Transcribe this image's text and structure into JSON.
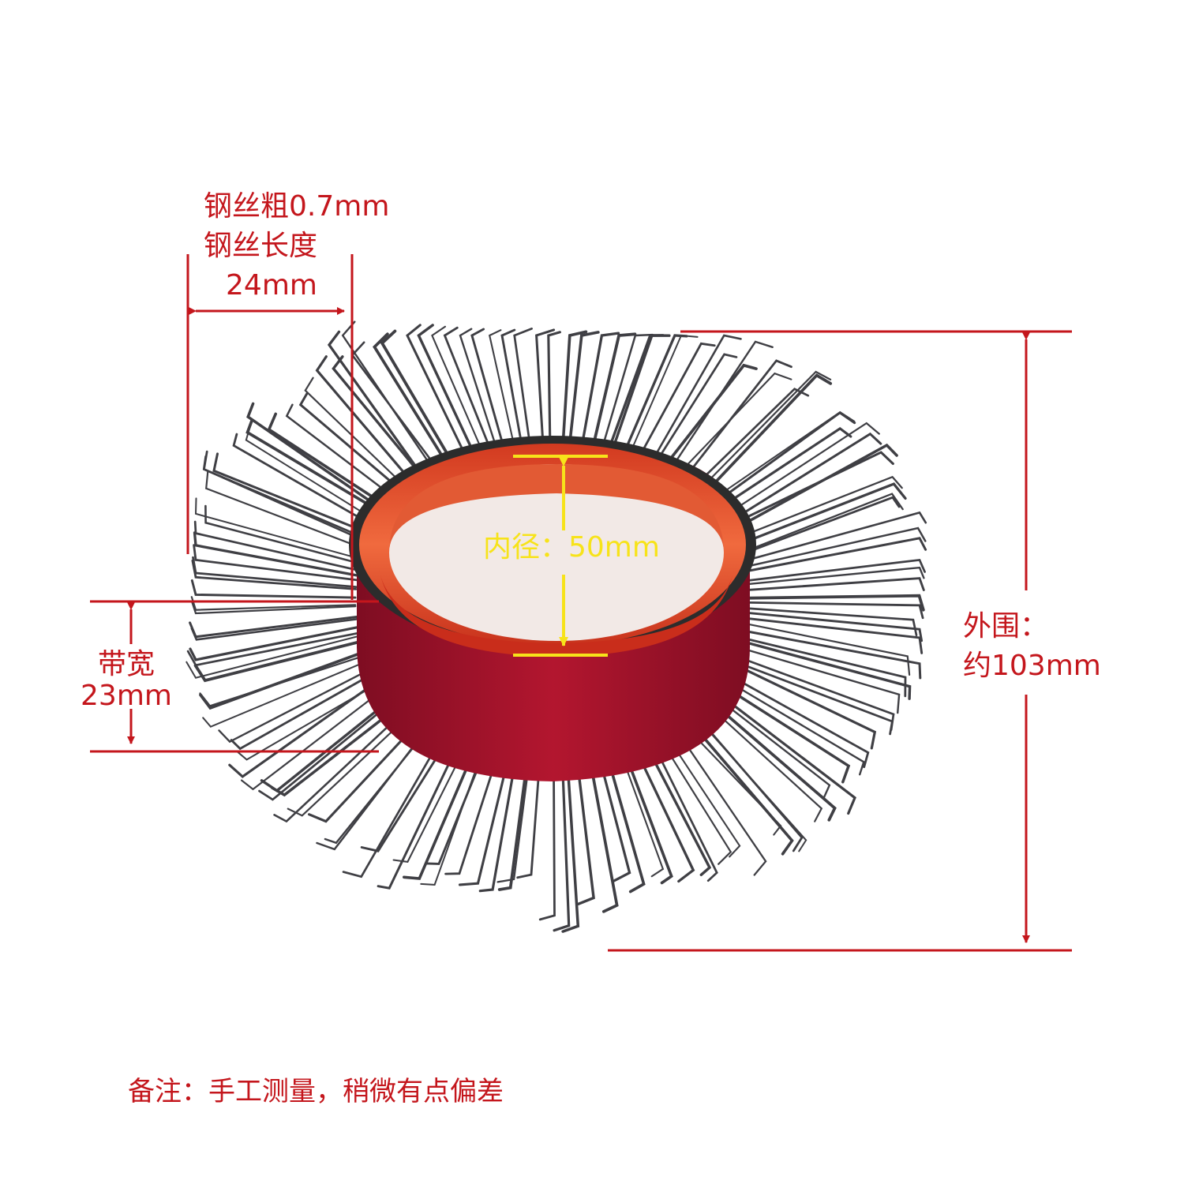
{
  "labels": {
    "wire_thickness": "钢丝粗0.7mm",
    "wire_length_title": "钢丝长度",
    "wire_length_value": "24mm",
    "band_width_title": "带宽",
    "band_width_value": "23mm",
    "inner_diameter": "内径：50mm",
    "outer_title": "外围：",
    "outer_value": "约103mm",
    "note": "备注：手工测量，稍微有点偏差"
  },
  "colors": {
    "dimension_red": "#c4161c",
    "inner_yellow": "#f7e31a",
    "core_orange": "#e0482a",
    "band_red": "#a3122a",
    "wire_gray": "#3f3f44",
    "background": "#ffffff"
  }
}
